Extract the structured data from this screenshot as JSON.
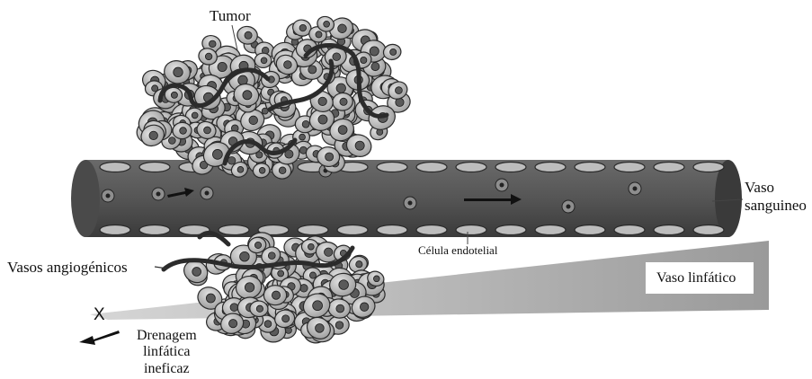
{
  "labels": {
    "tumor": "Tumor",
    "blood_vessel_line1": "Vaso",
    "blood_vessel_line2": "sanguineo",
    "endothelial_cell": "Célula endotelial",
    "angiogenic_vessels": "Vasos angiogénicos",
    "lymphatic_vessel": "Vaso linfático",
    "drainage_line1": "Drenagem",
    "drainage_line2": "linfática",
    "drainage_line3": "ineficaz",
    "blocked_mark": "X"
  },
  "colors": {
    "vessel_body": "#5c5c5c",
    "vessel_dark": "#2e2e2e",
    "endothelial_cell": "#bdbdbd",
    "tumor_cell": "#b9b9b9",
    "tumor_nucleus": "#5a5a5a",
    "lymphatic": "#9a9a9a",
    "angiogenic": "#2b2b2b"
  }
}
